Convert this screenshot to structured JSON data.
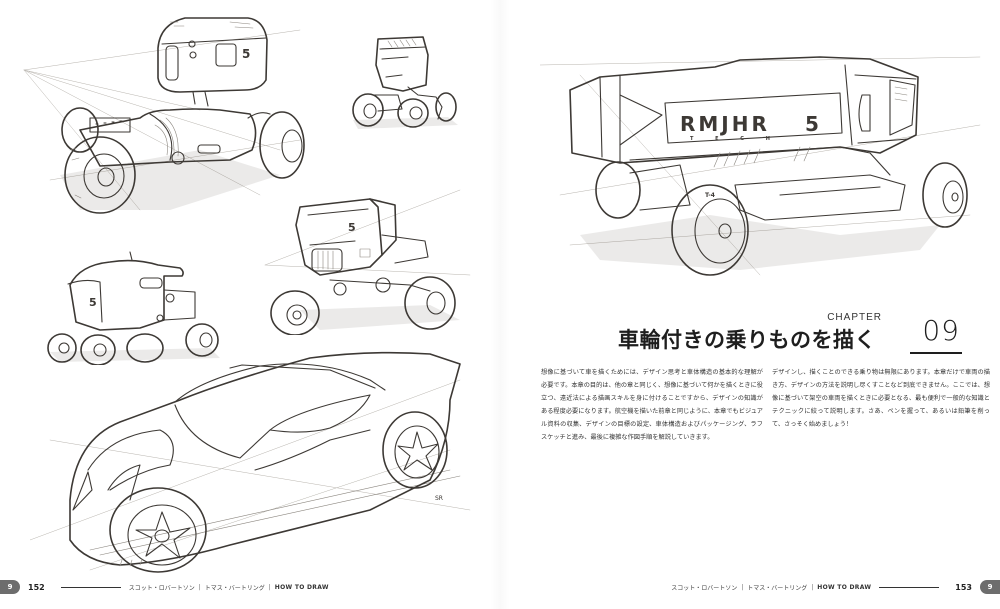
{
  "spread": {
    "left_page": {
      "page_number": "152",
      "tab_label": "9",
      "sketches": [
        {
          "name": "armored-cab-vehicle-sketch",
          "cab_number": "5"
        },
        {
          "name": "small-walker-vehicle-sketch"
        },
        {
          "name": "rounded-pod-vehicle-sketch",
          "cab_number": "5"
        },
        {
          "name": "boxy-buggy-sketch",
          "cab_number": "5"
        },
        {
          "name": "sports-car-sketch"
        }
      ]
    },
    "right_page": {
      "page_number": "153",
      "tab_label": "9",
      "hero_sketch": {
        "name": "armored-truck-sketch",
        "logo_text": "RMJHR",
        "logo_number": "5",
        "sub_text": "T E C H",
        "tire_text": "T-4"
      }
    }
  },
  "chapter": {
    "label": "CHAPTER",
    "title": "車輪付きの乗りものを描く",
    "number": "09"
  },
  "body": {
    "column_1": "想像に基づいて車を描くためには、デザイン思考と車体構造の基本的な理解が必要です。本章の目的は、他の章と同じく、想像に基づいて何かを描くときに役立つ、遠近法による描画スキルを身に付けることですから、デザインの知識がある程度必要になります。航空機を描いた前章と同じように、本章でもビジュアル資料の収集、デザインの目標の設定、車体構造およびパッケージング、ラフスケッチと進み、最後に複雑な作図手順を解説していきます。",
    "column_2": "デザインし、描くことのできる乗り物は無限にあります。本章だけで車両の描き方、デザインの方法を説明し尽くすことなど到底できません。ここでは、想像に基づいて架空の車両を描くときに必要となる、最も便利で一般的な知識とテクニックに絞って説明します。さあ、ペンを握って、あるいは鉛筆を削って、さっそく始めましょう！"
  },
  "footer": {
    "authors": "スコット・ロバートソン",
    "separator": "|",
    "co_author": "トマス・バートリング",
    "series": "HOW TO DRAW"
  }
}
